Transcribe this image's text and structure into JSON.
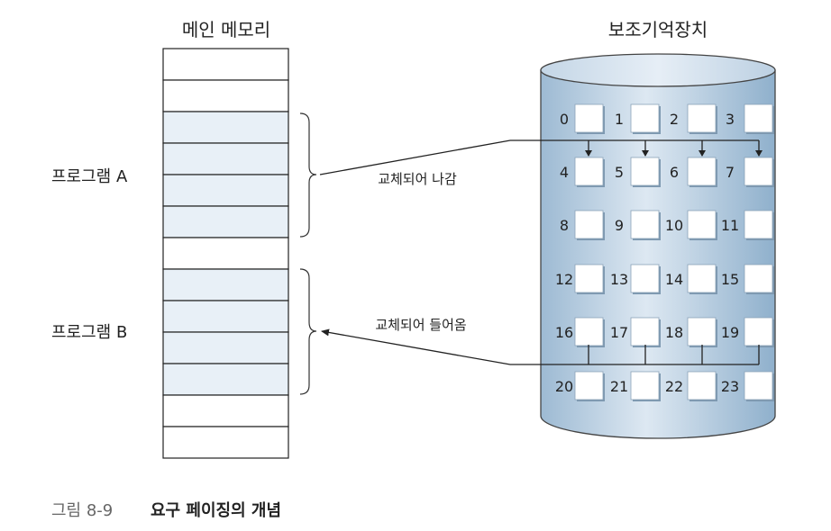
{
  "main_memory": {
    "title": "메인 메모리",
    "slots": [
      {
        "program": null
      },
      {
        "program": null
      },
      {
        "program": "A"
      },
      {
        "program": "A"
      },
      {
        "program": "A"
      },
      {
        "program": "A"
      },
      {
        "program": null
      },
      {
        "program": "B"
      },
      {
        "program": "B"
      },
      {
        "program": "B"
      },
      {
        "program": "B"
      },
      {
        "program": null
      },
      {
        "program": null
      }
    ]
  },
  "programs": [
    {
      "label": "프로그램 A"
    },
    {
      "label": "프로그램 B"
    }
  ],
  "secondary_storage": {
    "title": "보조기억장치",
    "blocks": [
      "0",
      "1",
      "2",
      "3",
      "4",
      "5",
      "6",
      "7",
      "8",
      "9",
      "10",
      "11",
      "12",
      "13",
      "14",
      "15",
      "16",
      "17",
      "18",
      "19",
      "20",
      "21",
      "22",
      "23"
    ],
    "columns": 4
  },
  "arrows": {
    "swap_out": "교체되어 나감",
    "swap_in": "교체되어 들어옴"
  },
  "caption": {
    "figure_number": "그림 8-9",
    "title": "요구 페이징의 개념"
  },
  "colors": {
    "program_slot_fill": "#e8f0f7",
    "cylinder_mid": "#c8d9e8",
    "cylinder_edge": "#8fb0cc"
  }
}
